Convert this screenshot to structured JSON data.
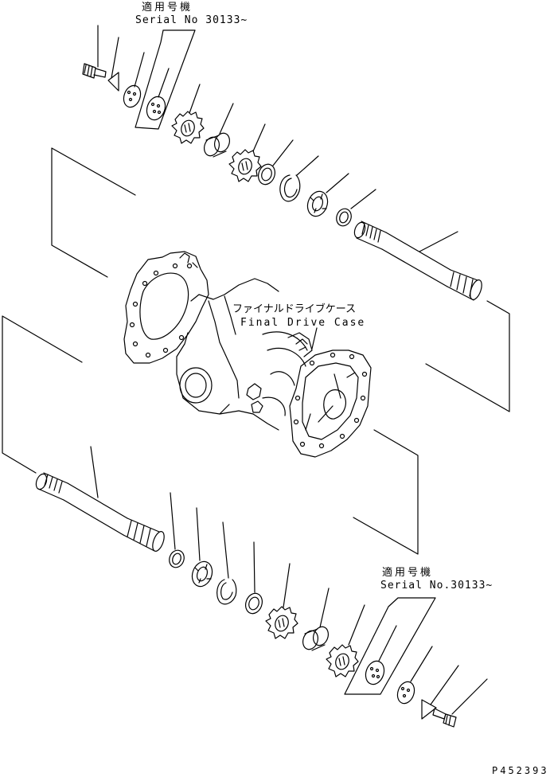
{
  "labels": {
    "top_applicable_jp": "適用号機",
    "top_serial": "Serial No 30133~",
    "case_jp": "ファイナルドライブケース",
    "case_en": "Final Drive Case",
    "bottom_applicable_jp": "適用号機",
    "bottom_serial": "Serial No.30133~",
    "drawing_code": "P452393"
  },
  "colors": {
    "line": "#000000",
    "background": "#ffffff"
  }
}
